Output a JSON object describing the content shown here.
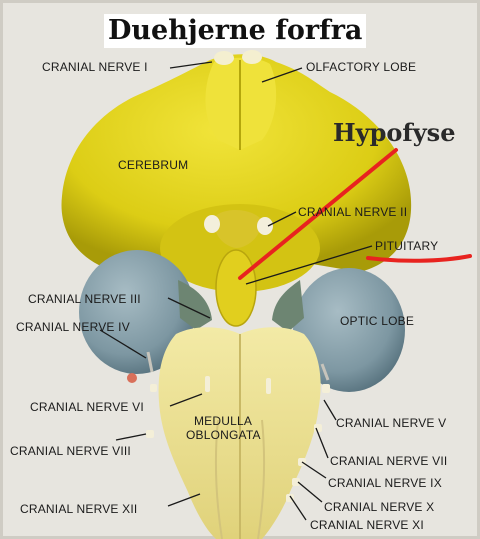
{
  "title": "Duehjerne forfra",
  "annotation": "Hypofyse",
  "labels": {
    "cranial_nerve_i": "CRANIAL NERVE I",
    "olfactory_lobe": "OLFACTORY LOBE",
    "cerebrum": "CEREBRUM",
    "cranial_nerve_ii": "CRANIAL NERVE II",
    "pituitary": "PITUITARY",
    "cranial_nerve_iii": "CRANIAL NERVE III",
    "cranial_nerve_iv": "CRANIAL NERVE IV",
    "optic_lobe": "OPTIC LOBE",
    "cranial_nerve_vi": "CRANIAL NERVE VI",
    "medulla_line1": "MEDULLA",
    "medulla_line2": "OBLONGATA",
    "cranial_nerve_v": "CRANIAL NERVE V",
    "cranial_nerve_viii": "CRANIAL NERVE VIII",
    "cranial_nerve_vii": "CRANIAL NERVE VII",
    "cranial_nerve_ix": "CRANIAL NERVE IX",
    "cranial_nerve_x": "CRANIAL NERVE X",
    "cranial_nerve_xi": "CRANIAL NERVE XI",
    "cranial_nerve_xii": "CRANIAL NERVE XII"
  },
  "colors": {
    "brain_yellow": "#e3d41a",
    "optic_lobe_blue": "#7f9aa4",
    "medulla_cream": "#ece29a",
    "annotation_red": "#e8231f",
    "background": "#e7e5df"
  }
}
